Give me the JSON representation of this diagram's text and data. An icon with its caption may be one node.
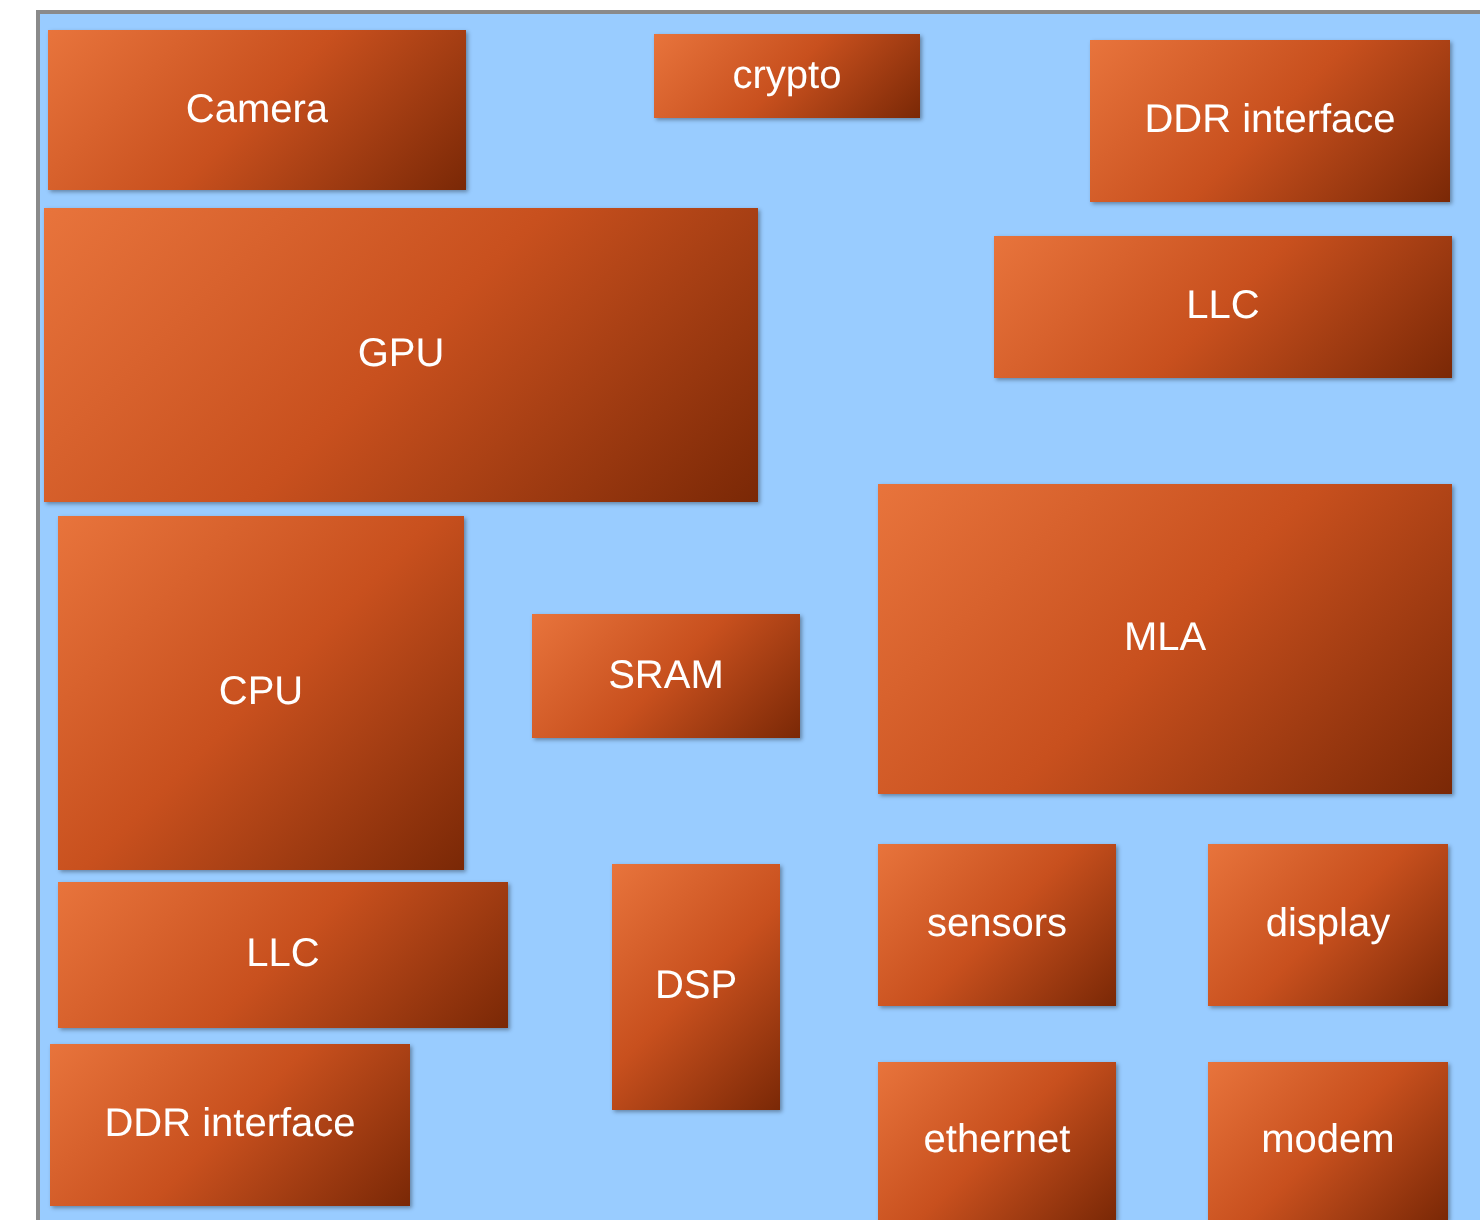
{
  "diagram": {
    "nodes": [
      {
        "text": [
          "Camera"
        ]
      },
      {
        "text": [
          "crypto"
        ]
      },
      {
        "text": [
          "DDR interface"
        ]
      },
      {
        "text": [
          "GPU"
        ]
      },
      {
        "text": [
          "LLC"
        ]
      },
      {
        "text": [
          "CPU"
        ]
      },
      {
        "text": [
          "SRAM"
        ]
      },
      {
        "text": [
          "MLA"
        ]
      },
      {
        "text": [
          "LLC"
        ]
      },
      {
        "text": [
          "DSP"
        ]
      },
      {
        "text": [
          "sensors"
        ]
      },
      {
        "text": [
          "display"
        ]
      },
      {
        "text": [
          "DDR interface"
        ]
      },
      {
        "text": [
          "ethernet"
        ]
      },
      {
        "text": [
          "modem"
        ]
      }
    ]
  }
}
